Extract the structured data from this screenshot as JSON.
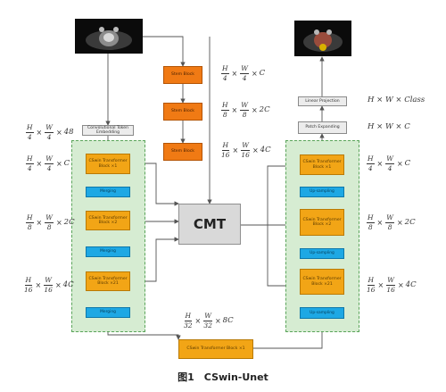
{
  "caption": "图1　CSwin-Unet",
  "cmt_label": "CMT",
  "encoder": {
    "embed": "Convolutional Token Embedding",
    "stages": [
      "CSwin Transformer Block ×1",
      "CSwin Transformer Block ×2",
      "CSwin Transformer Block ×21"
    ],
    "merges": [
      "Merging",
      "Merging",
      "Merging"
    ]
  },
  "bottleneck": "CSwin Transformer Block ×1",
  "cmt_branch": [
    "Stem Block",
    "Stem Block",
    "Stem Block"
  ],
  "decoder": {
    "stages": [
      "CSwin Transformer Block ×1",
      "CSwin Transformer Block ×2",
      "CSwin Transformer Block ×21"
    ],
    "ups": [
      "Up-sampling",
      "Up-sampling",
      "Up-sampling"
    ],
    "patch_expand": "Patch Expanding",
    "linear_proj": "Linear Projection"
  },
  "formulas": {
    "left_1": {
      "n1": "H",
      "d1": "4",
      "n2": "W",
      "d2": "4",
      "c": "48"
    },
    "left_2": {
      "n1": "H",
      "d1": "4",
      "n2": "W",
      "d2": "4",
      "c": "C"
    },
    "left_3": {
      "n1": "H",
      "d1": "8",
      "n2": "W",
      "d2": "8",
      "c": "2C"
    },
    "left_4": {
      "n1": "H",
      "d1": "16",
      "n2": "W",
      "d2": "16",
      "c": "4C"
    },
    "mid_1": {
      "n1": "H",
      "d1": "4",
      "n2": "W",
      "d2": "4",
      "c": "C"
    },
    "mid_2": {
      "n1": "H",
      "d1": "8",
      "n2": "W",
      "d2": "8",
      "c": "2C"
    },
    "mid_3": {
      "n1": "H",
      "d1": "16",
      "n2": "W",
      "d2": "16",
      "c": "4C"
    },
    "bottom": {
      "n1": "H",
      "d1": "32",
      "n2": "W",
      "d2": "32",
      "c": "8C"
    },
    "right_1": {
      "n1": "H",
      "d1": "4",
      "n2": "W",
      "d2": "4",
      "c": "C"
    },
    "right_2": {
      "n1": "H",
      "d1": "8",
      "n2": "W",
      "d2": "8",
      "c": "2C"
    },
    "right_3": {
      "n1": "H",
      "d1": "16",
      "n2": "W",
      "d2": "16",
      "c": "4C"
    },
    "top_1": "H × W × Class",
    "top_2": "H × W × C"
  },
  "colors": {
    "stage": "#f2a516",
    "stem": "#f07a14",
    "sample": "#1ea8e4",
    "panel": "#d6ecd2",
    "cmt": "#d9d9d9"
  }
}
